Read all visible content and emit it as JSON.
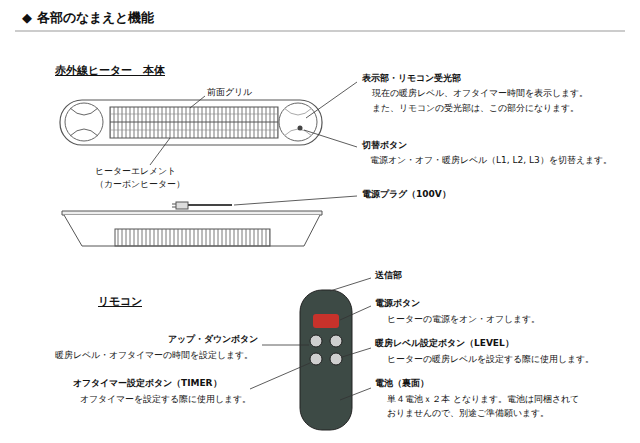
{
  "diagram": {
    "title": "◆ 各部のなまえと機能",
    "labels": [
      "赤外線ヒーター　本体",
      "前面グリル",
      "ヒーターエレメント",
      "（カーボンヒーター）",
      "表示部・リモコン受光部",
      "現在の暖房レベル、オフタイマー時間を表示します。",
      "また、リモコンの受光部は、この部分になります。",
      "切替ボタン",
      "電源オン・オフ・暖房レベル（L1, L2, L3）を切替えます。",
      "電源プラグ（100V）",
      "リモコン",
      "送信部",
      "電源ボタン",
      "ヒーターの電源をオン・オフします。",
      "アップ・ダウンボタン",
      "暖房レベル・オフタイマーの時間を設定します。",
      "暖房レベル設定ボタン（LEVEL）",
      "ヒーターの暖房レベルを設定する際に使用します。",
      "オフタイマー設定ボタン（TIMER）",
      "オフタイマーを設定する際に使用します。",
      "電池（裏面）",
      "単４電池ｘ２本 となります。電池は同梱されて",
      "おりませんので、別途ご準備願います。"
    ]
  }
}
